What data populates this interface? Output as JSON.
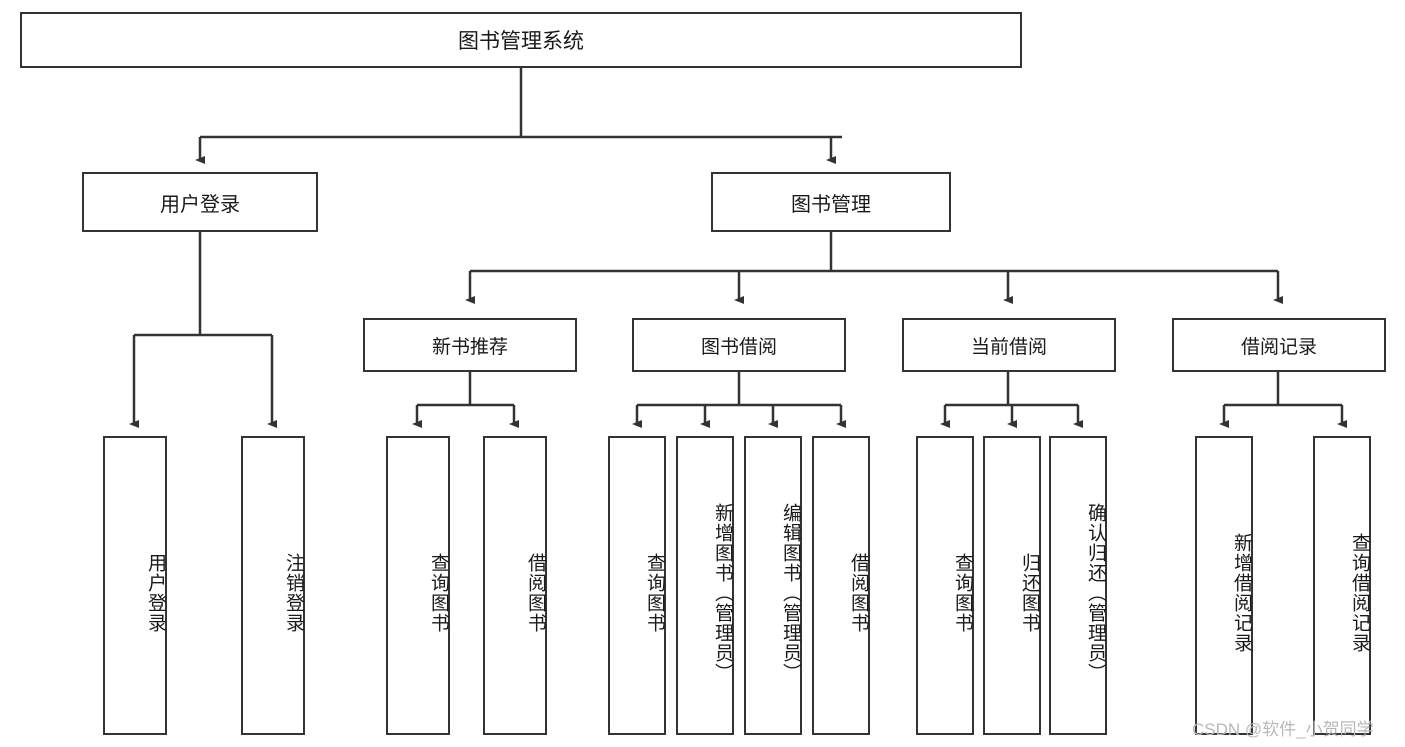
{
  "diagram": {
    "type": "tree-hierarchy",
    "title": "图书管理系统",
    "root": {
      "label": "图书管理系统"
    },
    "level1": [
      {
        "label": "用户登录"
      },
      {
        "label": "图书管理"
      }
    ],
    "level2": [
      {
        "label": "新书推荐",
        "parent": "图书管理"
      },
      {
        "label": "图书借阅",
        "parent": "图书管理"
      },
      {
        "label": "当前借阅",
        "parent": "图书管理"
      },
      {
        "label": "借阅记录",
        "parent": "图书管理"
      }
    ],
    "leaves": {
      "user_login": [
        {
          "label": "用户登录"
        },
        {
          "label": "注销登录"
        }
      ],
      "new_book_recommend": [
        {
          "label": "查询图书"
        },
        {
          "label": "借阅图书"
        }
      ],
      "book_borrow": [
        {
          "label": "查询图书"
        },
        {
          "label": "新增图书（管理员）"
        },
        {
          "label": "编辑图书（管理员）"
        },
        {
          "label": "借阅图书"
        }
      ],
      "current_borrow": [
        {
          "label": "查询图书"
        },
        {
          "label": "归还图书"
        },
        {
          "label": "确认归还（管理员）"
        }
      ],
      "borrow_record": [
        {
          "label": "新增借阅记录"
        },
        {
          "label": "查询借阅记录"
        }
      ]
    }
  },
  "watermark": {
    "text": "CSDN @软件_小贺同学"
  },
  "colors": {
    "stroke": "#333333",
    "background": "#ffffff",
    "text": "#1a1a1a",
    "watermark": "#b8b8b8"
  }
}
